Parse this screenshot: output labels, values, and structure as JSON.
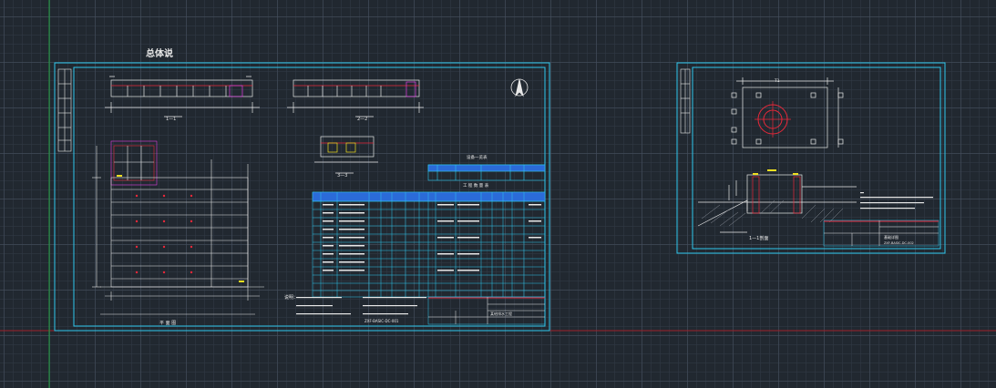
{
  "drawing": {
    "main_sheet_title": "总体说",
    "section_left_label": "1—1",
    "section_right_label": "2—2",
    "detail_label": "3—3",
    "plan_label": "平 面 图",
    "table_title_small": "设备一览表",
    "table_title_main": "工 程 数 量 表",
    "notes_label": "说明：",
    "side_section_label": "1—1剖面",
    "side_dim_top": "T1",
    "title_block_name": "某给排水工程",
    "side_title_block_name": "基础详图",
    "drawing_no": "ZXF-BASIC-DC-001",
    "side_drawing_no": "ZXF-BASIC-DC-002"
  },
  "colors": {
    "background": "#212830",
    "border_cyan": "#2ec8ee",
    "line_white": "#e8e8e8",
    "accent_red": "#e8283a",
    "accent_yellow": "#f0e020",
    "accent_magenta": "#e040e0",
    "table_header": "#2b6bd8",
    "axis_red": "#a0202a",
    "axis_green": "#20a040"
  }
}
